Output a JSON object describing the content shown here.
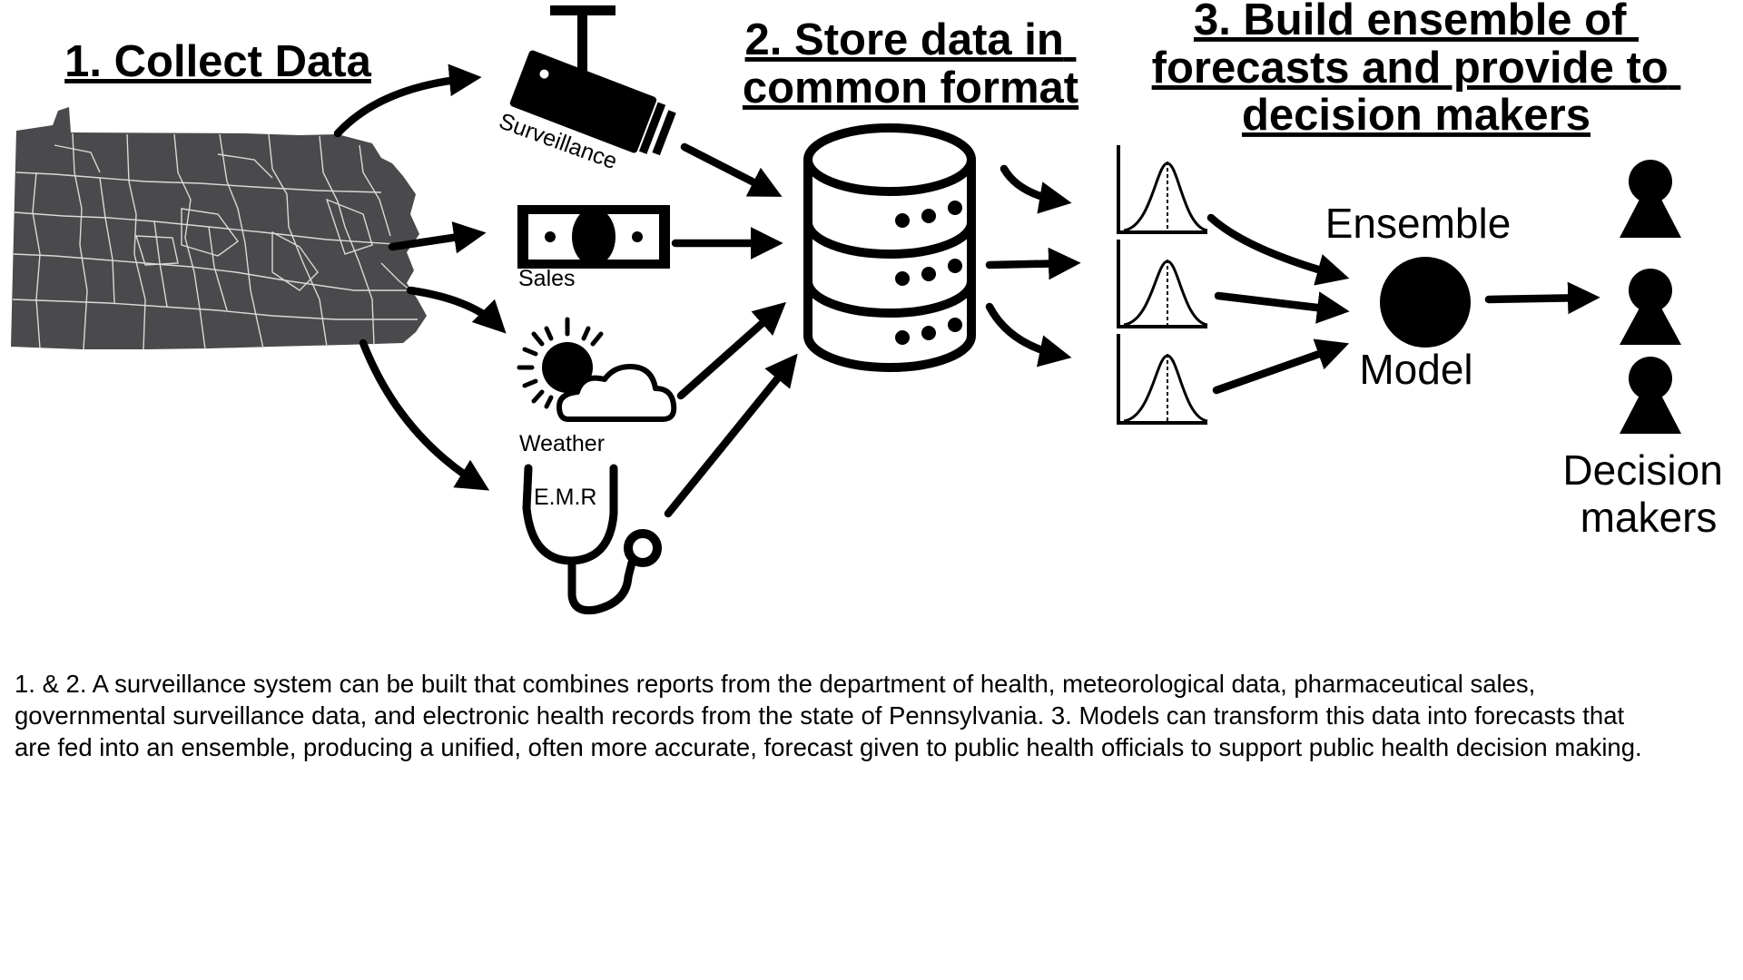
{
  "steps": {
    "collect": {
      "title": "1. Collect Data"
    },
    "store": {
      "title_lines": [
        "2. Store data in",
        "common format"
      ]
    },
    "ensemble": {
      "title_lines": [
        "3. Build ensemble of",
        "forecasts and provide to",
        "decision makers"
      ]
    }
  },
  "sources": {
    "surveillance": "Surveillance",
    "sales": "Sales",
    "weather": "Weather",
    "emr": "E.M.R"
  },
  "model": {
    "top_label": "Ensemble",
    "bottom_label": "Model"
  },
  "audience": {
    "label_lines": [
      "Decision",
      "makers"
    ]
  },
  "caption_lines": [
    "1. & 2. A surveillance system can be built that combines reports from the department of health, meteorological data, pharmaceutical sales,",
    "governmental surveillance data, and electronic health records from the state of Pennsylvania. 3. Models can transform this data into forecasts that",
    "are fed into an ensemble, producing a unified, often more accurate, forecast given to public health officials to support public health decision making."
  ],
  "colors": {
    "map_fill": "#4a4a4d",
    "map_lines": "#d9d9d9",
    "ink": "#000000",
    "background": "#ffffff"
  },
  "icons": [
    "pennsylvania-map",
    "surveillance-camera-icon",
    "banknote-icon",
    "sun-cloud-icon",
    "stethoscope-icon",
    "database-icon",
    "distribution-curve-icon",
    "ensemble-node-icon",
    "person-icon"
  ]
}
